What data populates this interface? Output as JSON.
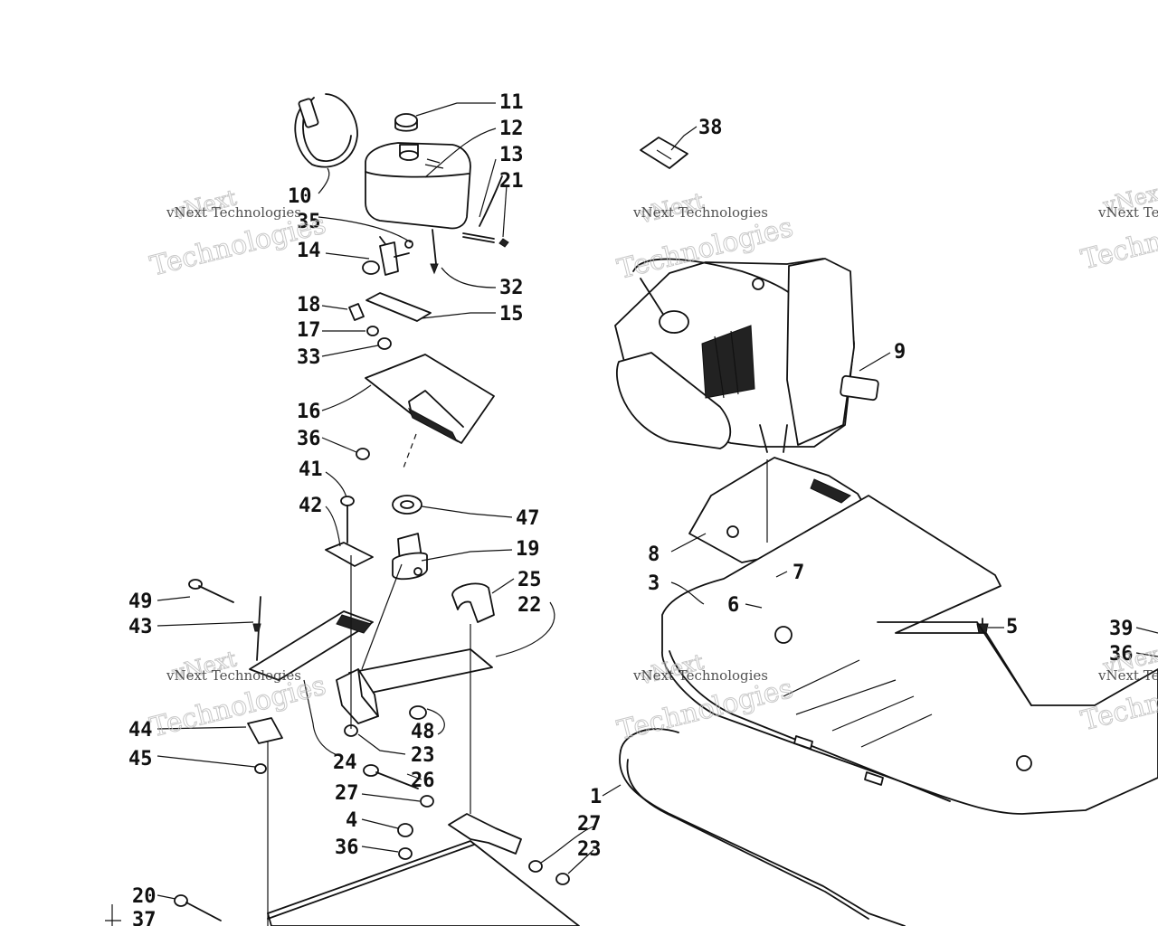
{
  "watermark": {
    "line1": "vNext Technologies",
    "line2": "vNext",
    "line3": "Technologies"
  },
  "callouts": {
    "c1": "1",
    "c3": "3",
    "c4": "4",
    "c5": "5",
    "c6": "6",
    "c7": "7",
    "c8": "8",
    "c9": "9",
    "c10": "10",
    "c11": "11",
    "c12": "12",
    "c13": "13",
    "c14": "14",
    "c15": "15",
    "c16": "16",
    "c17": "17",
    "c18": "18",
    "c19": "19",
    "c20": "20",
    "c21": "21",
    "c22": "22",
    "c23a": "23",
    "c23b": "23",
    "c24": "24",
    "c25": "25",
    "c26": "26",
    "c27a": "27",
    "c27b": "27",
    "c32": "32",
    "c33": "33",
    "c35": "35",
    "c36a": "36",
    "c36b": "36",
    "c36c": "36",
    "c37": "37",
    "c38": "38",
    "c39": "39",
    "c41": "41",
    "c42": "42",
    "c43": "43",
    "c44": "44",
    "c45": "45",
    "c47": "47",
    "c48": "48",
    "c49": "49"
  }
}
